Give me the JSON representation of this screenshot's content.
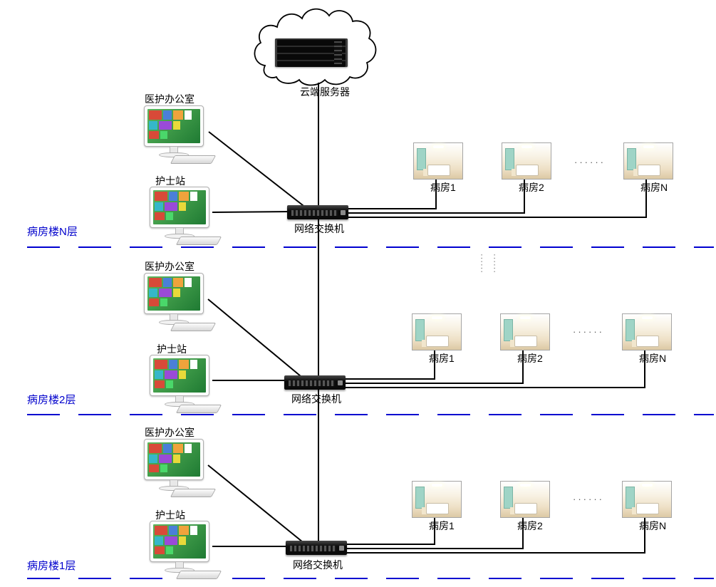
{
  "cloud": {
    "label": "云端服务器"
  },
  "vertical_ellipsis": "······",
  "floors": [
    {
      "floor_label": "病房楼N层",
      "office_label": "医护办公室",
      "nurse_label": "护士站",
      "switch_label": "网络交换机",
      "ward_labels": [
        "病房1",
        "病房2",
        "病房N"
      ],
      "ellipsis": "······"
    },
    {
      "floor_label": "病房楼2层",
      "office_label": "医护办公室",
      "nurse_label": "护士站",
      "switch_label": "网络交换机",
      "ward_labels": [
        "病房1",
        "病房2",
        "病房N"
      ],
      "ellipsis": "······"
    },
    {
      "floor_label": "病房楼1层",
      "office_label": "医护办公室",
      "nurse_label": "护士站",
      "switch_label": "网络交换机",
      "ward_labels": [
        "病房1",
        "病房2",
        "病房N"
      ],
      "ellipsis": "······"
    }
  ],
  "colors": {
    "floor_label": "#0000cc",
    "separator": "#0000d0",
    "wire": "#000000"
  }
}
